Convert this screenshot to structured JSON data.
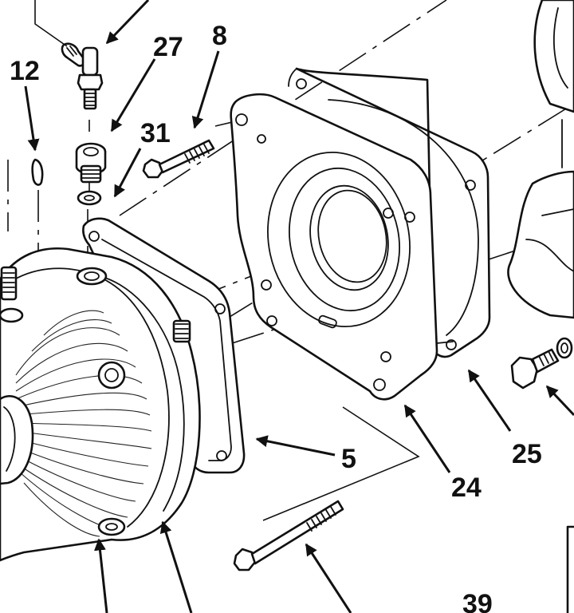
{
  "callouts": {
    "c12": "12",
    "c27": "27",
    "c8": "8",
    "c31": "31",
    "c5": "5",
    "c25": "25",
    "c24": "24",
    "c39": "39"
  },
  "colors": {
    "ink": "#111111",
    "paper": "#ffffff"
  }
}
